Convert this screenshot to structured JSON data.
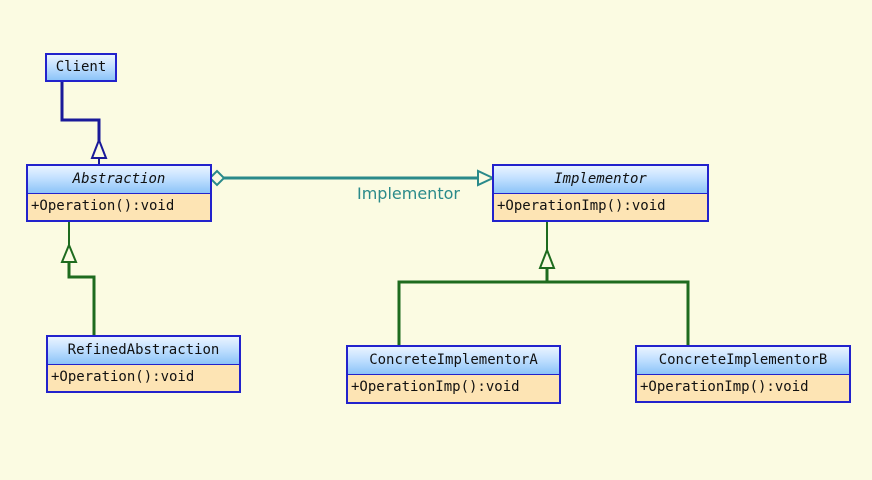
{
  "classes": {
    "client": {
      "name": "Client"
    },
    "abstraction": {
      "name": "Abstraction",
      "operation": "+Operation():void"
    },
    "implementor": {
      "name": "Implementor",
      "operation": "+OperationImp():void"
    },
    "refined": {
      "name": "RefinedAbstraction",
      "operation": "+Operation():void"
    },
    "concreteA": {
      "name": "ConcreteImplementorA",
      "operation": "+OperationImp():void"
    },
    "concreteB": {
      "name": "ConcreteImplementorB",
      "operation": "+OperationImp():void"
    }
  },
  "relations": {
    "aggregation_label": "Implementor"
  },
  "colors": {
    "background": "#fbfbe2",
    "class_border": "#2222cc",
    "class_header": "#8cc4f8",
    "class_body": "#fde4b4",
    "dependency_line": "#1a1a99",
    "inheritance_line": "#1e6b1e",
    "aggregation_line": "#2a8a8a"
  }
}
